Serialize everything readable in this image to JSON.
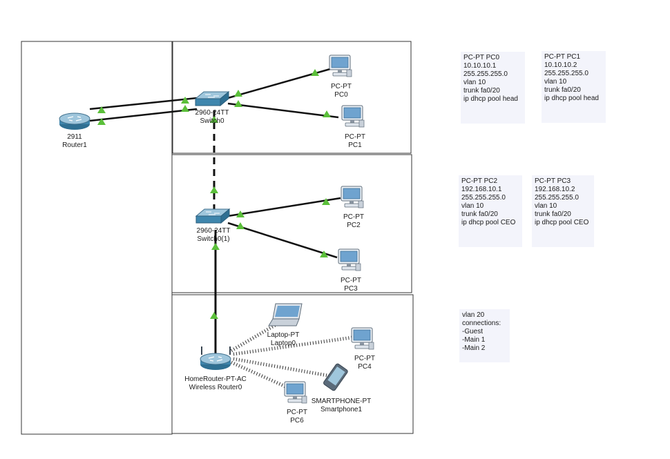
{
  "devices": {
    "router1": {
      "model": "2911",
      "name": "Router1"
    },
    "switch0": {
      "model": "2960-24TT",
      "name": "Switch0"
    },
    "switch01": {
      "model": "2960-24TT",
      "name": "Switch0(1)"
    },
    "pc0": {
      "model": "PC-PT",
      "name": "PC0"
    },
    "pc1": {
      "model": "PC-PT",
      "name": "PC1"
    },
    "pc2": {
      "model": "PC-PT",
      "name": "PC2"
    },
    "pc3": {
      "model": "PC-PT",
      "name": "PC3"
    },
    "wrouter": {
      "model": "HomeRouter-PT-AC",
      "name": "Wireless Router0"
    },
    "laptop0": {
      "model": "Laptop-PT",
      "name": "Laptop0"
    },
    "pc4": {
      "model": "PC-PT",
      "name": "PC4"
    },
    "pc6": {
      "model": "PC-PT",
      "name": "PC6"
    },
    "smartphone1": {
      "model": "SMARTPHONE-PT",
      "name": "Smartphone1"
    }
  },
  "notes": {
    "pc0": [
      "PC-PT PC0",
      "10.10.10.1",
      "255.255.255.0",
      "vlan 10",
      "trunk fa0/20",
      "ip dhcp pool head"
    ],
    "pc1": [
      "PC-PT PC1",
      "10.10.10.2",
      "255.255.255.0",
      "vlan 10",
      "trunk fa0/20",
      "ip dhcp pool head"
    ],
    "pc2": [
      "PC-PT PC2",
      "192.168.10.1",
      "255.255.255.0",
      "vlan 10",
      "trunk fa0/20",
      "ip dhcp pool CEO"
    ],
    "pc3": [
      "PC-PT PC3",
      "192.168.10.2",
      "255.255.255.0",
      "vlan 10",
      "trunk fa0/20",
      "ip dhcp pool CEO"
    ],
    "vlan20": [
      "vlan 20",
      "connections:",
      "-Guest",
      "-Main 1",
      "-Main 2"
    ]
  }
}
